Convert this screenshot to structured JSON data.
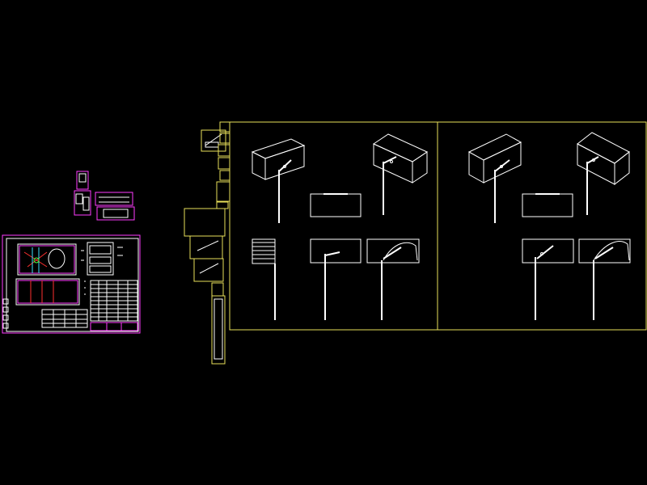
{
  "canvas": {
    "background": "#000000"
  },
  "colors": {
    "frame": "#e8e05a",
    "line": "#ffffff",
    "accent_magenta": "#ff3cff",
    "accent_red": "#ff3030",
    "accent_cyan": "#40e0ff",
    "accent_green": "#40ff40"
  },
  "sheets": {
    "left_mini_cluster": "cad-thumbnail-group",
    "left_plan_sheet": "floor-plan-sheet-with-table",
    "middle_strip": "stacked-detail-strip",
    "main_frame": "isometric-detail-sheet"
  }
}
